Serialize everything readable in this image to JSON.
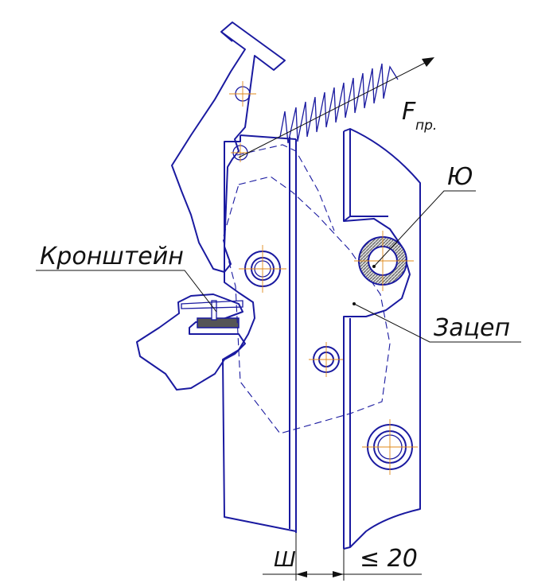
{
  "labels": {
    "force": "F",
    "force_subscript": "пр.",
    "bracket": "Кронштейн",
    "catch": "Зацеп",
    "pin": "Ю",
    "gap_dimension": "≤ 20",
    "plate_label": "Ш"
  },
  "colors": {
    "part_outline": "#1a1aa0",
    "center_lines": "#e08a1a",
    "leaders": "#111111",
    "bracket_fill": "#555555",
    "pin_hatch": "#6b6b6b"
  }
}
